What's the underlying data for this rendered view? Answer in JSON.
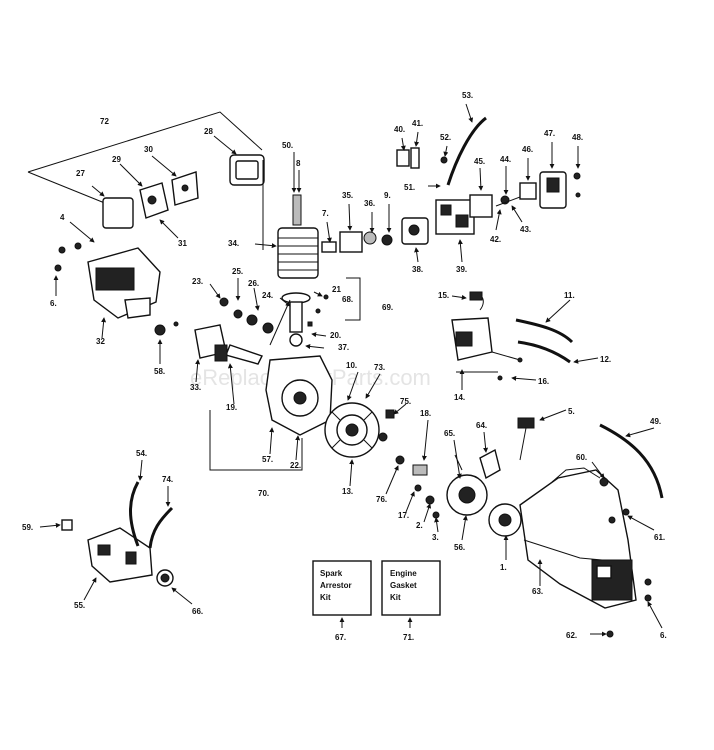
{
  "watermark": "eReplacementParts.com",
  "kit_boxes": [
    {
      "id": "spark",
      "lines": [
        "Spark",
        "Arrestor",
        "Kit"
      ],
      "number": "67."
    },
    {
      "id": "gasket",
      "lines": [
        "Engine",
        "Gasket",
        "Kit"
      ],
      "number": "71."
    }
  ],
  "labels": {
    "p72": "72",
    "p28": "28",
    "p30": "30",
    "p29": "29",
    "p27": "27",
    "p31": "31",
    "p4": "4",
    "p6a": "6.",
    "p32": "32",
    "p58": "58.",
    "p50": "50.",
    "p8": "8",
    "p7": "7.",
    "p34": "34.",
    "p35": "35.",
    "p36": "36.",
    "p9": "9.",
    "p38": "38.",
    "p40": "40.",
    "p41": "41.",
    "p52": "52.",
    "p53": "53.",
    "p51": "51.",
    "p45": "45.",
    "p44": "44.",
    "p46": "46.",
    "p47": "47.",
    "p48": "48.",
    "p42": "42.",
    "p43": "43.",
    "p39": "39.",
    "p23": "23.",
    "p25": "25.",
    "p26": "26.",
    "p24": "24.",
    "p21": "21",
    "p68": "68.",
    "p69": "69.",
    "p20": "20.",
    "p37": "37.",
    "p33": "33.",
    "p19": "19.",
    "p10": "10.",
    "p73": "73.",
    "p57": "57.",
    "p22": "22.",
    "p70": "70.",
    "p13": "13.",
    "p75": "75.",
    "p18": "18.",
    "p15": "15.",
    "p11": "11.",
    "p12": "12.",
    "p14": "14.",
    "p16": "16.",
    "p5": "5.",
    "p49": "49.",
    "p65": "65.",
    "p64": "64.",
    "p60": "60.",
    "p76": "76.",
    "p17": "17.",
    "p2": "2.",
    "p3": "3.",
    "p56": "56.",
    "p1": "1.",
    "p63": "63.",
    "p61": "61.",
    "p62": "62.",
    "p6b": "6.",
    "p54": "54.",
    "p74": "74.",
    "p59": "59.",
    "p55": "55.",
    "p66": "66."
  }
}
